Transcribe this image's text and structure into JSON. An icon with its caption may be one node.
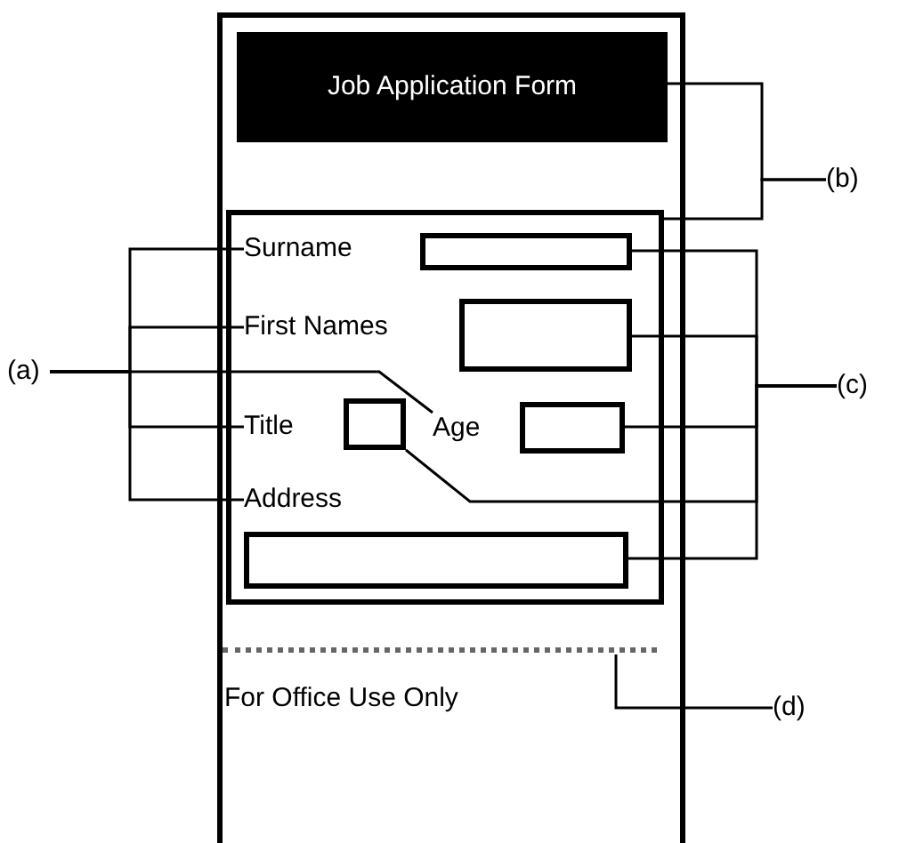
{
  "diagram": {
    "nodes": [
      {
        "text": [],
        "shape": "box"
      },
      {
        "text": [
          "Job Application Form"
        ],
        "in": 0
      },
      {
        "text": [],
        "shape": "box",
        "in": 0
      },
      {
        "text": [
          "Surname"
        ],
        "in": 2
      },
      {
        "text": [],
        "shape": "box",
        "in": 2
      },
      {
        "text": [
          "First Names"
        ],
        "in": 2
      },
      {
        "text": [],
        "shape": "box",
        "in": 2
      },
      {
        "text": [
          "Title"
        ],
        "in": 2
      },
      {
        "text": [],
        "shape": "box",
        "in": 2
      },
      {
        "text": [
          "Age"
        ],
        "in": 2
      },
      {
        "text": [],
        "shape": "box",
        "in": 2
      },
      {
        "text": [
          "Address"
        ],
        "in": 2
      },
      {
        "text": [],
        "shape": "box",
        "in": 2
      },
      {
        "text": [],
        "shape": "bar",
        "in": 0
      },
      {
        "text": [
          "(a)"
        ]
      },
      {
        "text": [
          "(b)"
        ]
      },
      {
        "text": [
          "(c)"
        ]
      },
      {
        "text": [
          "(d)"
        ]
      }
    ],
    "edges": [
      {
        "from": 14,
        "to": 3,
        "arrow": "none"
      },
      {
        "from": 14,
        "to": 5,
        "arrow": "none"
      },
      {
        "from": 14,
        "to": 9,
        "arrow": "none"
      },
      {
        "from": 14,
        "to": 7,
        "arrow": "none"
      },
      {
        "from": 14,
        "to": 11,
        "arrow": "none"
      },
      {
        "from": 15,
        "to": 1,
        "arrow": "none"
      },
      {
        "from": 15,
        "to": 2,
        "arrow": "none"
      },
      {
        "from": 16,
        "to": 4,
        "arrow": "none"
      },
      {
        "from": 16,
        "to": 6,
        "arrow": "none"
      },
      {
        "from": 16,
        "to": 10,
        "arrow": "none"
      },
      {
        "from": 16,
        "to": 8,
        "arrow": "none"
      },
      {
        "from": 16,
        "to": 12,
        "arrow": "none"
      },
      {
        "from": 17,
        "to": 13,
        "arrow": "none"
      }
    ],
    "labels": [
      "For Office Use Only"
    ]
  }
}
